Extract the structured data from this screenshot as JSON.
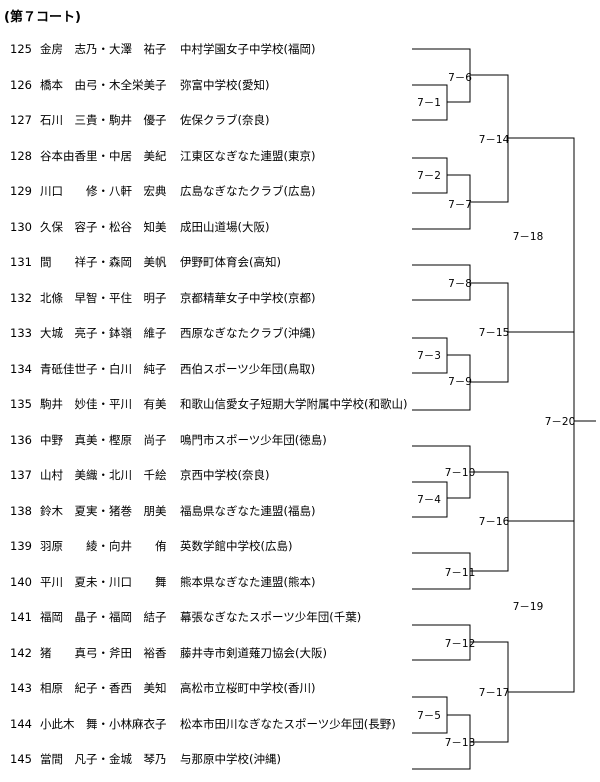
{
  "court_title": "(第７コート)",
  "entries": [
    {
      "no": "125",
      "players": "金房　志乃・大澤　祐子",
      "team": "中村学園女子中学校(福岡)"
    },
    {
      "no": "126",
      "players": "橋本　由弓・木全栄美子",
      "team": "弥富中学校(愛知)"
    },
    {
      "no": "127",
      "players": "石川　三貴・駒井　優子",
      "team": "佐保クラブ(奈良)"
    },
    {
      "no": "128",
      "players": "谷本由香里・中居　美紀",
      "team": "江東区なぎなた連盟(東京)"
    },
    {
      "no": "129",
      "players": "川口　　修・八軒　宏典",
      "team": "広島なぎなたクラブ(広島)"
    },
    {
      "no": "130",
      "players": "久保　容子・松谷　知美",
      "team": "成田山道場(大阪)"
    },
    {
      "no": "131",
      "players": "間　　祥子・森岡　美帆",
      "team": "伊野町体育会(高知)"
    },
    {
      "no": "132",
      "players": "北條　早智・平住　明子",
      "team": "京都精華女子中学校(京都)"
    },
    {
      "no": "133",
      "players": "大城　亮子・鉢嶺　維子",
      "team": "西原なぎなたクラブ(沖縄)"
    },
    {
      "no": "134",
      "players": "青砥佳世子・白川　純子",
      "team": "西伯スポーツ少年団(鳥取)"
    },
    {
      "no": "135",
      "players": "駒井　妙佳・平川　有美",
      "team": "和歌山信愛女子短期大学附属中学校(和歌山)"
    },
    {
      "no": "136",
      "players": "中野　真美・樫原　尚子",
      "team": "鳴門市スポーツ少年団(徳島)"
    },
    {
      "no": "137",
      "players": "山村　美織・北川　千絵",
      "team": "京西中学校(奈良)"
    },
    {
      "no": "138",
      "players": "鈴木　夏実・猪巻　朋美",
      "team": "福島県なぎなた連盟(福島)"
    },
    {
      "no": "139",
      "players": "羽原　　綾・向井　　侑",
      "team": "英数学館中学校(広島)"
    },
    {
      "no": "140",
      "players": "平川　夏未・川口　　舞",
      "team": "熊本県なぎなた連盟(熊本)"
    },
    {
      "no": "141",
      "players": "福岡　晶子・福岡　結子",
      "team": "幕張なぎなたスポーツ少年団(千葉)"
    },
    {
      "no": "142",
      "players": "猪　　真弓・斧田　裕香",
      "team": "藤井寺市剣道薙刀協会(大阪)"
    },
    {
      "no": "143",
      "players": "相原　紀子・香西　美知",
      "team": "高松市立桜町中学校(香川)"
    },
    {
      "no": "144",
      "players": "小此木　舞・小林麻衣子",
      "team": "松本市田川なぎなたスポーツ少年団(長野)"
    },
    {
      "no": "145",
      "players": "當間　凡子・金城　琴乃",
      "team": "与那原中学校(沖縄)"
    }
  ],
  "matches": {
    "m1": "7－1",
    "m2": "7－2",
    "m3": "7－3",
    "m4": "7－4",
    "m5": "7－5",
    "m6": "7－6",
    "m7": "7－7",
    "m8": "7－8",
    "m9": "7－9",
    "m10": "7－10",
    "m11": "7－11",
    "m12": "7－12",
    "m13": "7－13",
    "m14": "7－14",
    "m15": "7－15",
    "m16": "7－16",
    "m17": "7－17",
    "m18": "7－18",
    "m19": "7－19",
    "m20": "7－20"
  }
}
